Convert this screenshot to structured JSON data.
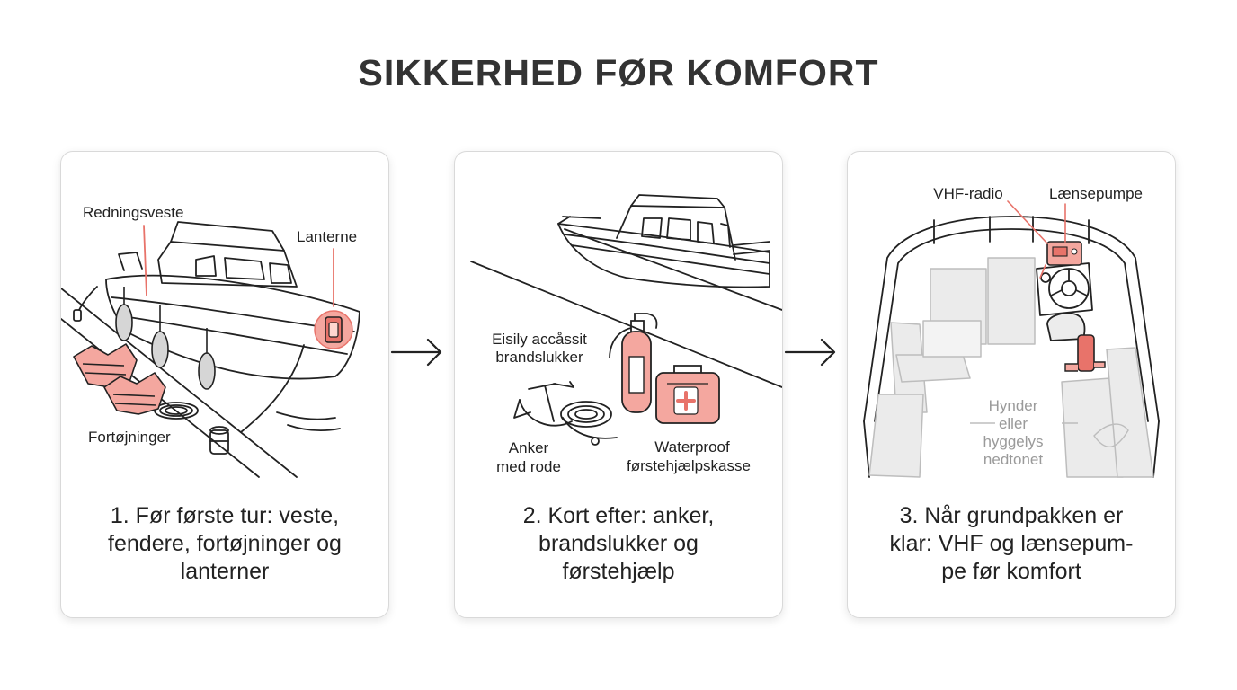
{
  "title": "SIKKERHED FØR KOMFORT",
  "colors": {
    "accent": "#e8736a",
    "accent_fill": "#f4a79f",
    "line": "#222222",
    "muted": "#bdbdbd"
  },
  "steps": [
    {
      "caption_lines": [
        "1. Før første tur: veste,",
        "fendere, fortøjninger og",
        "lanterner"
      ],
      "labels": {
        "vest": "Redningsveste",
        "lantern": "Lanterne",
        "mooring": "Fortøjninger"
      }
    },
    {
      "caption_lines": [
        "2. Kort efter: anker,",
        "brandslukker og",
        "førstehjælp"
      ],
      "labels": {
        "extinguisher_1": "Eisily accåssit",
        "extinguisher_2": "brandslukker",
        "anchor_1": "Anker",
        "anchor_2": "med rode",
        "firstaid_1": "Waterproof",
        "firstaid_2": "førstehjælpskasse"
      }
    },
    {
      "caption_lines": [
        "3. Når grundpakken er",
        "klar: VHF og lænsepum-",
        "pe før komfort"
      ],
      "labels": {
        "vhf": "VHF-radio",
        "pump": "Lænsepumpe",
        "cushion_1": "Hynder",
        "cushion_2": "eller",
        "cushion_3": "hyggelys",
        "cushion_4": "nedtonet"
      }
    }
  ],
  "icons": [
    "arrow-right-icon",
    "arrow-right-icon"
  ]
}
